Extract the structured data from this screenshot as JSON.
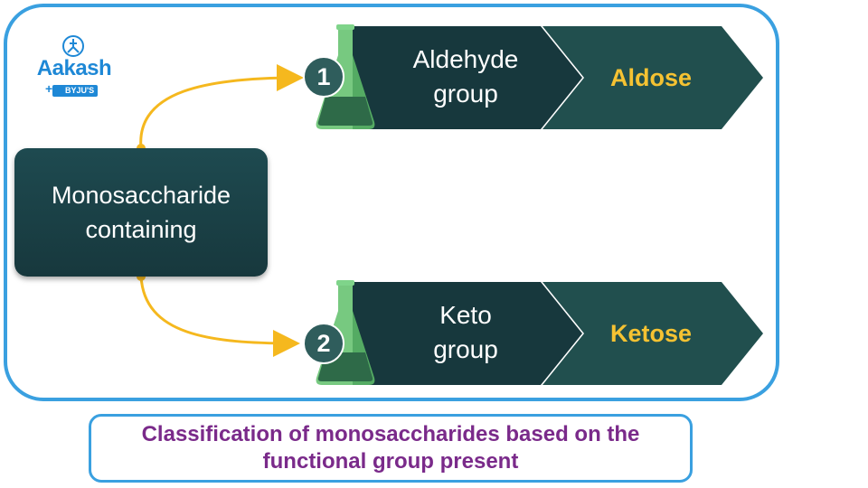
{
  "logo": {
    "brand": "Aakash",
    "sub": "BYJU'S",
    "icon": "aakash-logo-icon"
  },
  "source": {
    "line1": "Monosaccharide",
    "line2": "containing"
  },
  "branches": [
    {
      "number": "1",
      "group_line1": "Aldehyde",
      "group_line2": "group",
      "result": "Aldose"
    },
    {
      "number": "2",
      "group_line1": "Keto",
      "group_line2": "group",
      "result": "Ketose"
    }
  ],
  "caption": {
    "line1": "Classification of monosaccharides based on the",
    "line2": "functional group present"
  },
  "colors": {
    "frame": "#3aa0e0",
    "box_dark": "#17383d",
    "arrow": "#f5b81e",
    "result_text": "#f5c232",
    "caption_text": "#7a2a8a",
    "flask": "#5fbf6a"
  }
}
